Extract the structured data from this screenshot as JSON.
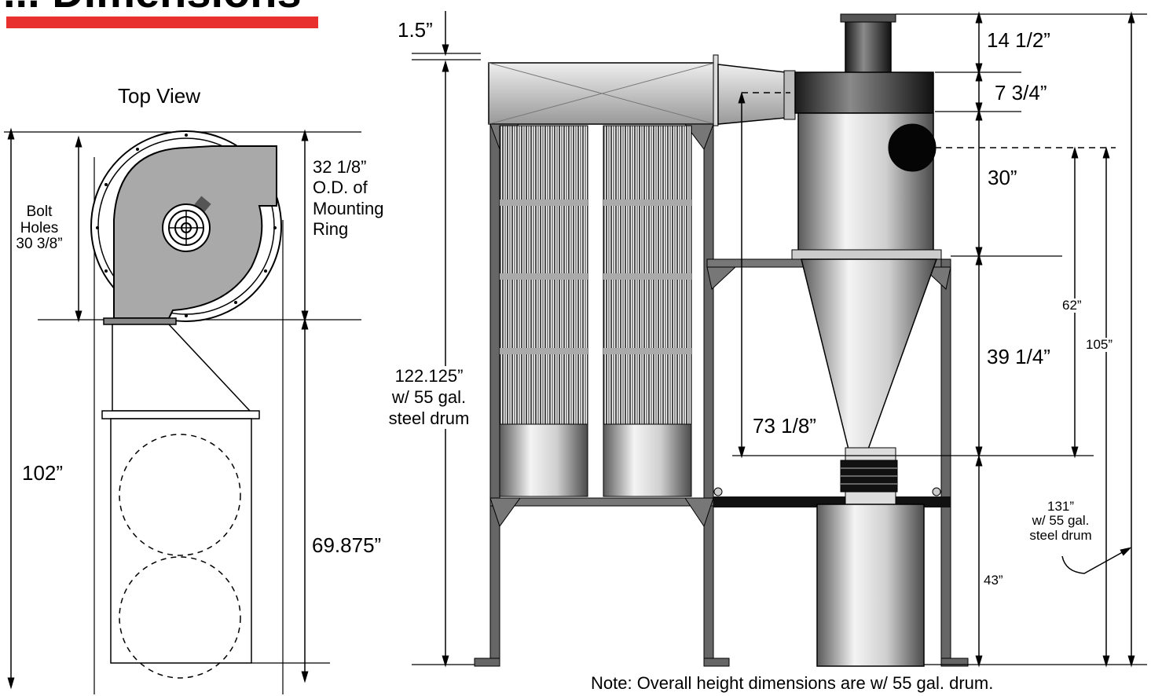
{
  "header": {
    "title": "... Dimensions",
    "accent_color": "#e8312f"
  },
  "top_view": {
    "heading": "Top View",
    "bolt_holes": [
      "Bolt",
      "Holes",
      "30 3/8”"
    ],
    "mounting_ring": [
      "32 1/8”",
      "O.D. of",
      "Mounting",
      "Ring"
    ],
    "overall_length": "102”",
    "base_length": "69.875”"
  },
  "side_view": {
    "top_offset": "1.5”",
    "outlet_height": "14 1/2”",
    "collar_height": "7 3/4”",
    "cylinder_height": "30”",
    "cone_height": "39 1/4”",
    "inlet_height": "62”",
    "overall_height": "105”",
    "drum_height": "43”",
    "filter_inlet_height": "73 1/8”",
    "filter_height": [
      "122.125”",
      "w/ 55 gal.",
      "steel drum"
    ],
    "total_height": [
      "131”",
      "w/ 55 gal.",
      "steel drum"
    ]
  },
  "note": "Note: Overall height dimensions are w/ 55 gal. drum."
}
